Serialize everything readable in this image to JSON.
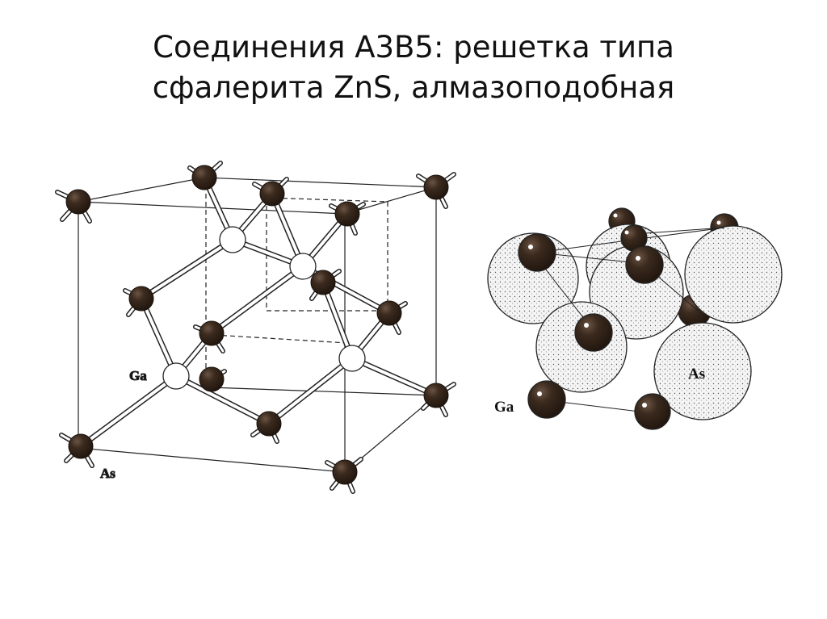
{
  "slide": {
    "title_line1": "Соединения A3B5: решетка типа",
    "title_line2": "сфалерита ZnS, алмазоподобная"
  },
  "figures": {
    "ball_and_stick": {
      "label_ga": "Ga",
      "label_as": "As"
    },
    "space_filling": {
      "label_ga": "Ga",
      "label_as": "As"
    }
  },
  "colors": {
    "dark_atom": "#3b2a1e",
    "light_atom": "#ffffff",
    "line": "#222222",
    "stipple": "#e9e9e9"
  }
}
